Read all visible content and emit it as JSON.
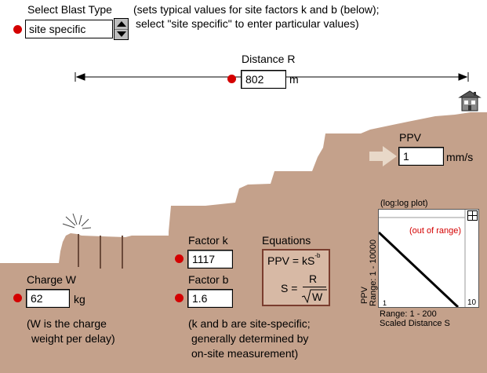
{
  "blast_type": {
    "title": "Select Blast Type",
    "selected": "site specific",
    "note_line1": "(sets typical values for site factors k and b (below);",
    "note_line2": "select \"site specific\" to enter particular values)"
  },
  "distance": {
    "label": "Distance R",
    "value": "802",
    "unit": "m"
  },
  "ppv": {
    "label": "PPV",
    "value": "1",
    "unit": "mm/s"
  },
  "charge": {
    "label": "Charge W",
    "value": "62",
    "unit": "kg",
    "note_line1": "(W is the charge",
    "note_line2": "weight per delay)"
  },
  "factor_k": {
    "label": "Factor k",
    "value": "1117"
  },
  "factor_b": {
    "label": "Factor b",
    "value": "1.6"
  },
  "factors_note": {
    "line1": "(k and b are site-specific;",
    "line2": "generally determined by",
    "line3": "on-site measurement)"
  },
  "equations": {
    "title": "Equations",
    "eq1_lhs": "PPV = kS",
    "eq1_exp": "-b",
    "eq2_lhs": "S =",
    "eq2_num": "R",
    "eq2_den": "W"
  },
  "plot": {
    "title": "(log:log plot)",
    "status": "(out of range)",
    "y_label": "PPV",
    "y_range": "Range: 1 - 10000",
    "x_range": "Range: 1 - 200",
    "x_label": "Scaled Distance S",
    "origin_tick": "1",
    "x_tick": "10"
  },
  "colors": {
    "ground": "#c4a18b",
    "sky": "#ffffff",
    "marker": "#d40000",
    "arrow": "#e8d8c8",
    "eq_bg": "#d7b9a5",
    "eq_border": "#7a3d2e"
  },
  "icons": {
    "house": "house-icon",
    "arrow": "right-arrow-icon",
    "blast": "blast-sparks-icon",
    "expand": "grid-expand-icon"
  }
}
